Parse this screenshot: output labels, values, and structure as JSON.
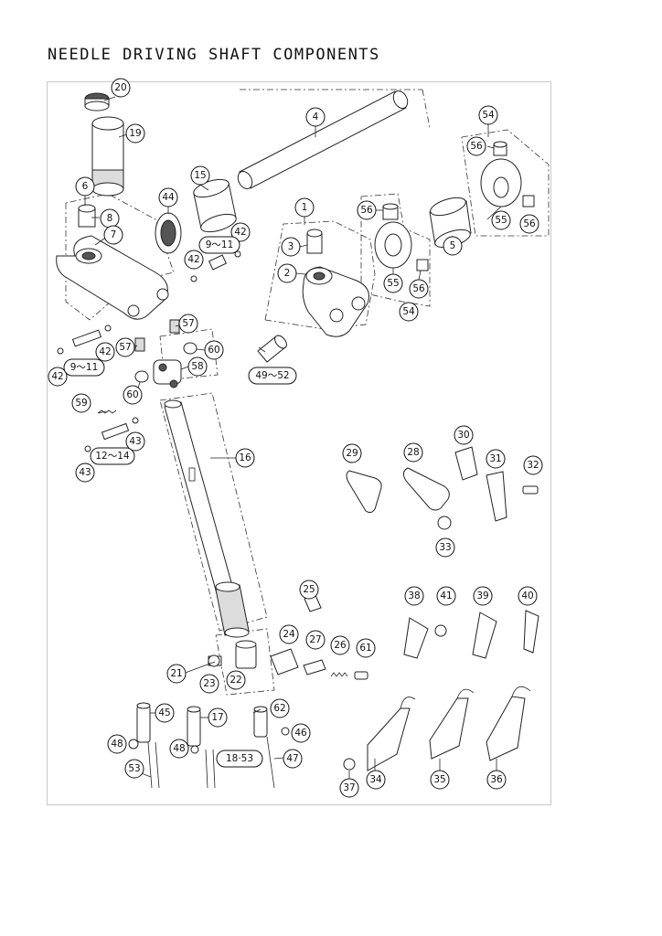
{
  "title": "NEEDLE DRIVING SHAFT COMPONENTS",
  "callouts": [
    {
      "id": "c20",
      "label": "20"
    },
    {
      "id": "c19",
      "label": "19"
    },
    {
      "id": "c4",
      "label": "4"
    },
    {
      "id": "c54a",
      "label": "54"
    },
    {
      "id": "c56a",
      "label": "56"
    },
    {
      "id": "c6",
      "label": "6"
    },
    {
      "id": "c8",
      "label": "8"
    },
    {
      "id": "c7",
      "label": "7"
    },
    {
      "id": "c44",
      "label": "44"
    },
    {
      "id": "c15",
      "label": "15"
    },
    {
      "id": "c42a",
      "label": "42"
    },
    {
      "id": "c42b",
      "label": "42"
    },
    {
      "id": "c1",
      "label": "1"
    },
    {
      "id": "c3",
      "label": "3"
    },
    {
      "id": "c2",
      "label": "2"
    },
    {
      "id": "c56b",
      "label": "56"
    },
    {
      "id": "c55a",
      "label": "55"
    },
    {
      "id": "c56c",
      "label": "56"
    },
    {
      "id": "c54b",
      "label": "54"
    },
    {
      "id": "c5",
      "label": "5"
    },
    {
      "id": "c55b",
      "label": "55"
    },
    {
      "id": "c56d",
      "label": "56"
    },
    {
      "id": "c57a",
      "label": "57"
    },
    {
      "id": "c57b",
      "label": "57"
    },
    {
      "id": "c42c",
      "label": "42"
    },
    {
      "id": "c42d",
      "label": "42"
    },
    {
      "id": "c60a",
      "label": "60"
    },
    {
      "id": "c58",
      "label": "58"
    },
    {
      "id": "c60b",
      "label": "60"
    },
    {
      "id": "c59",
      "label": "59"
    },
    {
      "id": "c43a",
      "label": "43"
    },
    {
      "id": "c43b",
      "label": "43"
    },
    {
      "id": "c16",
      "label": "16"
    },
    {
      "id": "c29",
      "label": "29"
    },
    {
      "id": "c28",
      "label": "28"
    },
    {
      "id": "c30",
      "label": "30"
    },
    {
      "id": "c31",
      "label": "31"
    },
    {
      "id": "c32",
      "label": "32"
    },
    {
      "id": "c33",
      "label": "33"
    },
    {
      "id": "c25",
      "label": "25"
    },
    {
      "id": "c24",
      "label": "24"
    },
    {
      "id": "c27",
      "label": "27"
    },
    {
      "id": "c26",
      "label": "26"
    },
    {
      "id": "c61",
      "label": "61"
    },
    {
      "id": "c21",
      "label": "21"
    },
    {
      "id": "c23",
      "label": "23"
    },
    {
      "id": "c22",
      "label": "22"
    },
    {
      "id": "c38",
      "label": "38"
    },
    {
      "id": "c41",
      "label": "41"
    },
    {
      "id": "c39",
      "label": "39"
    },
    {
      "id": "c40",
      "label": "40"
    },
    {
      "id": "c45",
      "label": "45"
    },
    {
      "id": "c17",
      "label": "17"
    },
    {
      "id": "c62",
      "label": "62"
    },
    {
      "id": "c46",
      "label": "46"
    },
    {
      "id": "c48a",
      "label": "48"
    },
    {
      "id": "c48b",
      "label": "48"
    },
    {
      "id": "c47",
      "label": "47"
    },
    {
      "id": "c53",
      "label": "53"
    },
    {
      "id": "c37",
      "label": "37"
    },
    {
      "id": "c34",
      "label": "34"
    },
    {
      "id": "c35",
      "label": "35"
    },
    {
      "id": "c36",
      "label": "36"
    }
  ],
  "pill_callouts": [
    {
      "id": "p911a",
      "label": "9～11"
    },
    {
      "id": "p4952",
      "label": "49～52"
    },
    {
      "id": "p911b",
      "label": "9～11"
    },
    {
      "id": "p1214",
      "label": "12～14"
    },
    {
      "id": "p1853",
      "label": "18·53"
    }
  ]
}
